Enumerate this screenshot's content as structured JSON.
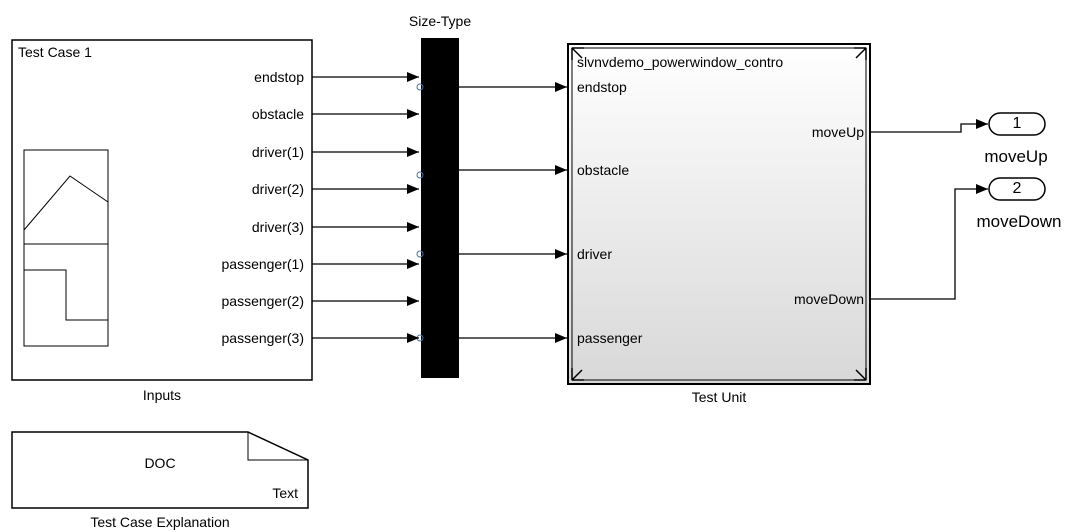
{
  "inputs_block": {
    "title": "Test Case 1",
    "caption": "Inputs",
    "ports": [
      "endstop",
      "obstacle",
      "driver(1)",
      "driver(2)",
      "driver(3)",
      "passenger(1)",
      "passenger(2)",
      "passenger(3)"
    ]
  },
  "size_type_block": {
    "caption": "Size-Type"
  },
  "test_unit_block": {
    "title": "slvnvdemo_powerwindow_contro",
    "caption": "Test Unit",
    "inputs": [
      "endstop",
      "obstacle",
      "driver",
      "passenger"
    ],
    "outputs": [
      "moveUp",
      "moveDown"
    ]
  },
  "outports": [
    {
      "number": "1",
      "label": "moveUp"
    },
    {
      "number": "2",
      "label": "moveDown"
    }
  ],
  "doc_block": {
    "title": "DOC",
    "subtitle": "Text",
    "caption": "Test Case Explanation"
  },
  "colors": {
    "line": "#000000",
    "block_fill": "#ffffff",
    "mux_fill": "#000000",
    "subsystem_gradient_bottom": "#d8d8d8"
  }
}
